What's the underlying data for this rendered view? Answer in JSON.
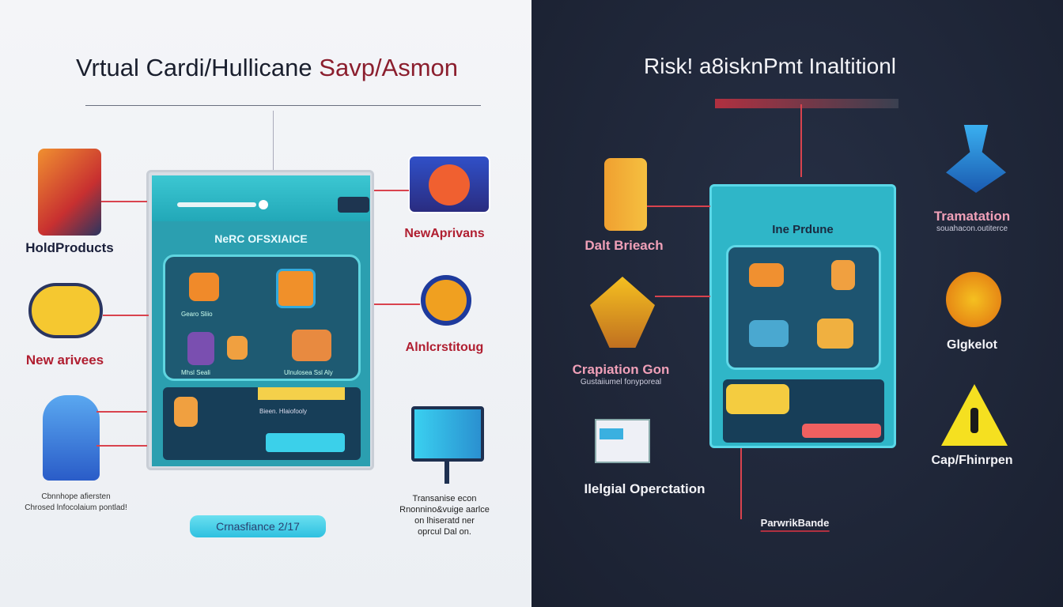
{
  "left": {
    "title_dark": "Vrtual Cardi/Hullicane",
    "title_red": "Savp/Asmon",
    "screen_header": "NeRC OFSXIAICE",
    "screen_item1": "Gearo Sliio",
    "screen_item2": "Mhsl Seali",
    "screen_item3": "Ulnulosea Ssl Aly",
    "screen_panel_text": "Bieen. Hlaiofooly",
    "labels": {
      "hot_products": "HoldProducts",
      "new_arrivals": "New arivees",
      "new_arrivals_right": "NewAprivans",
      "right_mid": "Alnlcrstitoug"
    },
    "caption_left": [
      "Cbnnhope afiersten",
      "Chrosed lnfocolaium pontlad!"
    ],
    "caption_right": [
      "Transanise econ",
      "Rnonnino&vuige aarlce",
      "on lhiseratd ner",
      "oprcul Dal on."
    ],
    "button": "Crnasfiance 2/17"
  },
  "right": {
    "title": "Risk! a8isknPmt Inaltitionl",
    "screen_header": "Ine Prdune",
    "labels": {
      "data_breach": "Dalt Brieach",
      "transaction": "Tramatation",
      "transaction_sub": "souahacon.outiterce",
      "compilation": "Crapiation Gon",
      "compilation_sub": "Gustaiiumel fonyporeal",
      "illegal_operation": "Ilelgial Operctation",
      "glgkelot": "Glgkelot",
      "cap": "Cap/Fhinrpen",
      "bottom": "ParwrikBande"
    }
  },
  "colors": {
    "accent_red": "#c0283a",
    "pink": "#f0a0b8",
    "teal": "#2cc4d4",
    "dark_bg": "#1c2333",
    "light_bg": "#eef0f4"
  },
  "icons": [
    "box-icon",
    "card-reader-icon",
    "plant-icon",
    "coin-icon",
    "monitor-icon",
    "database-icon",
    "shield-icon",
    "network-icon",
    "coin-icon",
    "warning-icon",
    "document-icon"
  ]
}
